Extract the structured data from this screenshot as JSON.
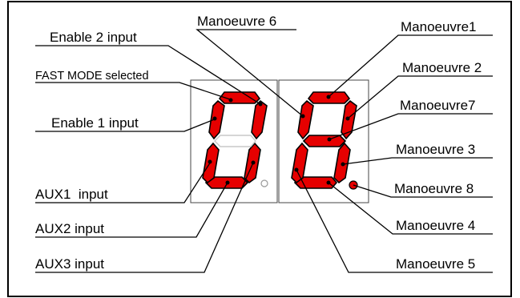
{
  "labels": {
    "enable2": "Enable 2 input",
    "fast_mode": "FAST MODE selected",
    "enable1": "Enable 1 input",
    "aux1": "AUX1  input",
    "aux2": "AUX2 input",
    "aux3": "AUX3 input",
    "m6": "Manoeuvre 6",
    "m1": "Manoeuvre1",
    "m2": "Manoeuvre 2",
    "m7": "Manoeuvre7",
    "m3": "Manoeuvre 3",
    "m8": "Manoeuvre 8",
    "m4": "Manoeuvre 4",
    "m5": "Manoeuvre 5"
  },
  "digits": [
    {
      "segments_on": [
        "a",
        "b",
        "c",
        "d",
        "e",
        "f"
      ],
      "segments_off": [
        "g"
      ],
      "decimal_point_on": false
    },
    {
      "segments_on": [
        "a",
        "b",
        "c",
        "d",
        "e",
        "f",
        "g"
      ],
      "segments_off": [],
      "decimal_point_on": true
    }
  ],
  "colors": {
    "segment_on": "#e60000",
    "segment_off": "#ffffff",
    "frame": "#000000"
  }
}
